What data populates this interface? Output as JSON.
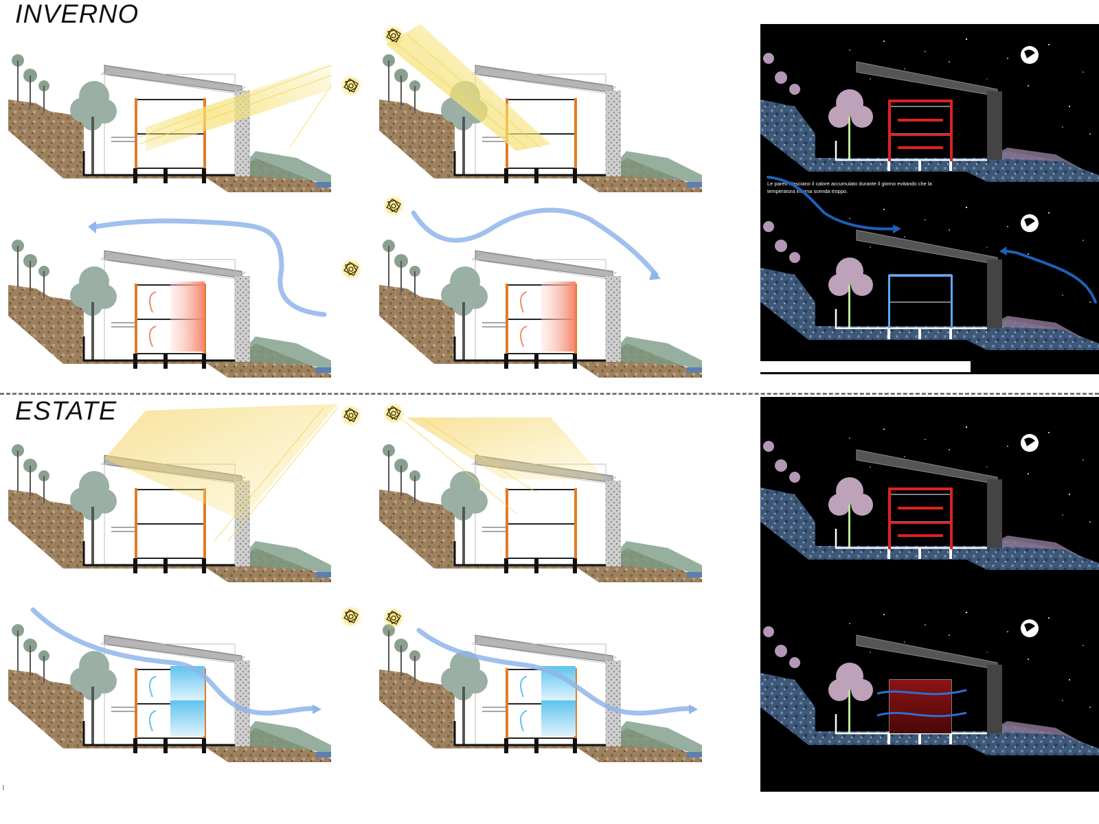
{
  "seasons": {
    "winter_label": "INVERNO",
    "summer_label": "ESTATE"
  },
  "night_panels": {
    "winter_note": "Le pareti rilasciano il calore accumulato durante il giorno evitando che la temperatura interna scenda troppo."
  },
  "colors": {
    "sun_glow": "#f7d94c",
    "sunbeam": "#f6e27a",
    "warm_room": "#f4826a",
    "cool_room": "#5fc3ef",
    "breeze": "#8fb5ea",
    "terrain": "#9a7b5a",
    "night_sky": "#000000",
    "night_radiation": "#e02020",
    "night_trapped_heat": "#7a1010"
  },
  "icons": [
    "sun-icon",
    "moon-icon",
    "breeze-arrow-icon"
  ]
}
